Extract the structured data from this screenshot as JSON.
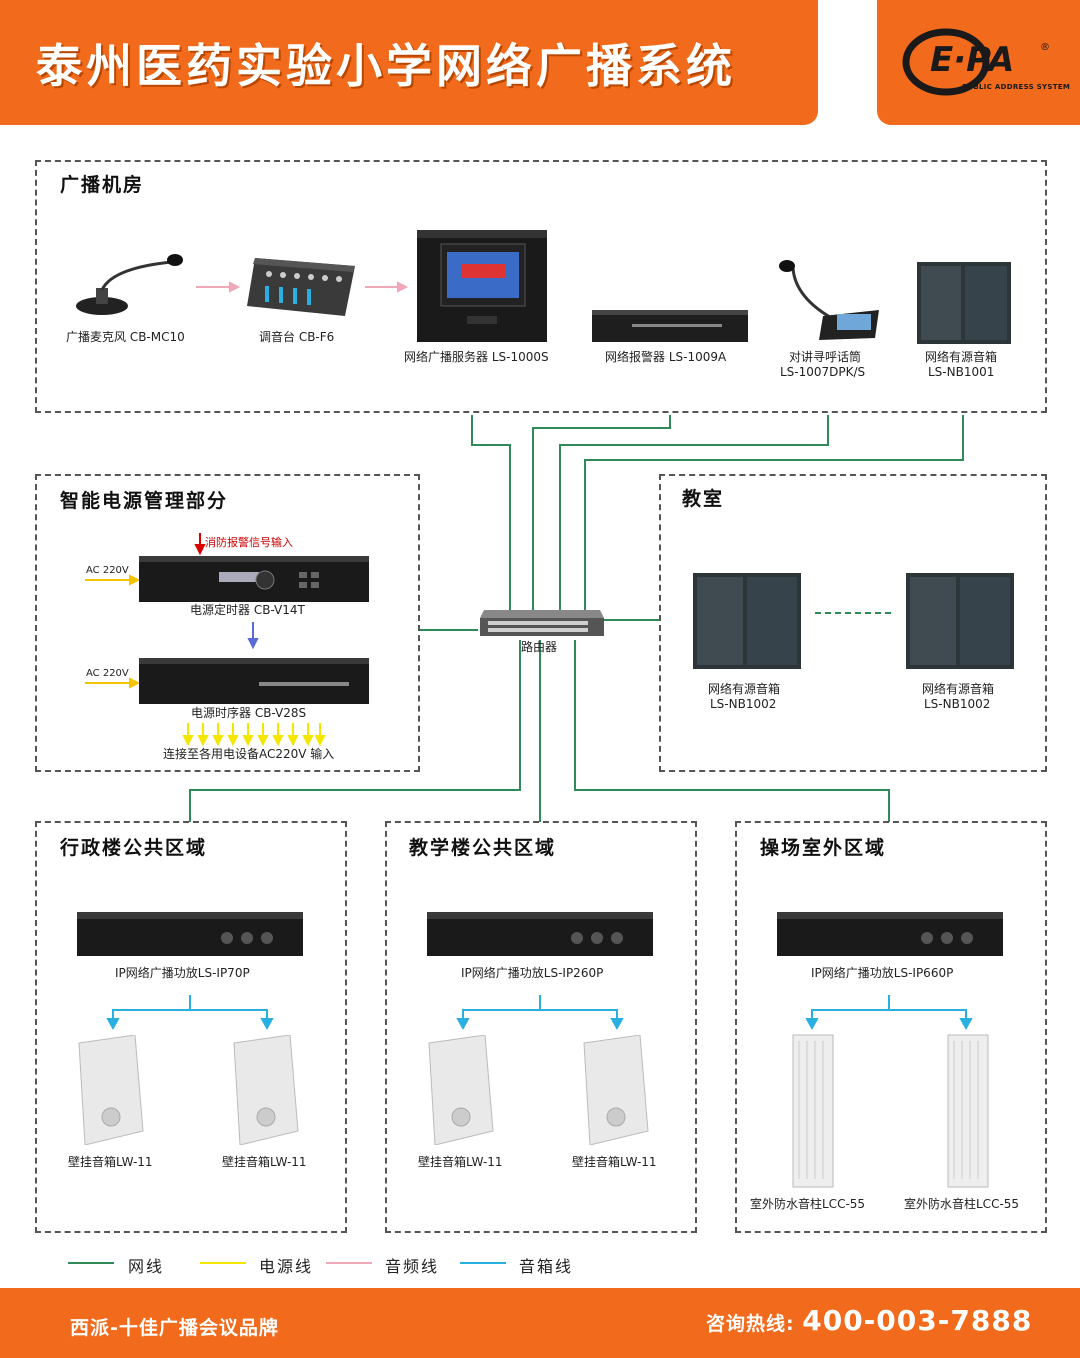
{
  "header": {
    "title": "泰州医药实验小学网络广播系统"
  },
  "logo": {
    "text": "E·PA",
    "sub": "PUBLIC ADDRESS SYSTEM",
    "reg": "®"
  },
  "sections": {
    "control_room": {
      "title": "广播机房",
      "items": [
        "广播麦克风 CB-MC10",
        "调音台 CB-F6",
        "网络广播服务器 LS-1000S",
        "网络报警器 LS-1009A",
        "对讲寻呼话筒",
        "LS-1007DPK/S",
        "网络有源音箱",
        "LS-NB1001"
      ]
    },
    "power": {
      "title": "智能电源管理部分",
      "alarm_input": "消防报警信号输入",
      "ac1": "AC 220V",
      "ac2": "AC 220V",
      "timer": "电源定时器 CB-V14T",
      "sequencer": "电源时序器 CB-V28S",
      "output": "连接至各用电设备AC220V 输入"
    },
    "router": {
      "label": "路由器"
    },
    "classroom": {
      "title": "教室",
      "spk1_a": "网络有源音箱",
      "spk1_b": "LS-NB1002",
      "spk2_a": "网络有源音箱",
      "spk2_b": "LS-NB1002"
    },
    "admin": {
      "title": "行政楼公共区域",
      "amp": "IP网络广播功放LS-IP70P",
      "spk1": "壁挂音箱LW-11",
      "spk2": "壁挂音箱LW-11"
    },
    "teaching": {
      "title": "教学楼公共区域",
      "amp": "IP网络广播功放LS-IP260P",
      "spk1": "壁挂音箱LW-11",
      "spk2": "壁挂音箱LW-11"
    },
    "playground": {
      "title": "操场室外区域",
      "amp": "IP网络广播功放LS-IP660P",
      "spk1": "室外防水音柱LCC-55",
      "spk2": "室外防水音柱LCC-55"
    }
  },
  "legend": [
    {
      "label": "网线",
      "color": "#2e8b57"
    },
    {
      "label": "电源线",
      "color": "#f5e600"
    },
    {
      "label": "音频线",
      "color": "#f0a8b8"
    },
    {
      "label": "音箱线",
      "color": "#2ab0e0"
    }
  ],
  "footer": {
    "brand": "西派-十佳广播会议品牌",
    "hotline_label": "咨询热线:",
    "hotline": "400-003-7888"
  }
}
